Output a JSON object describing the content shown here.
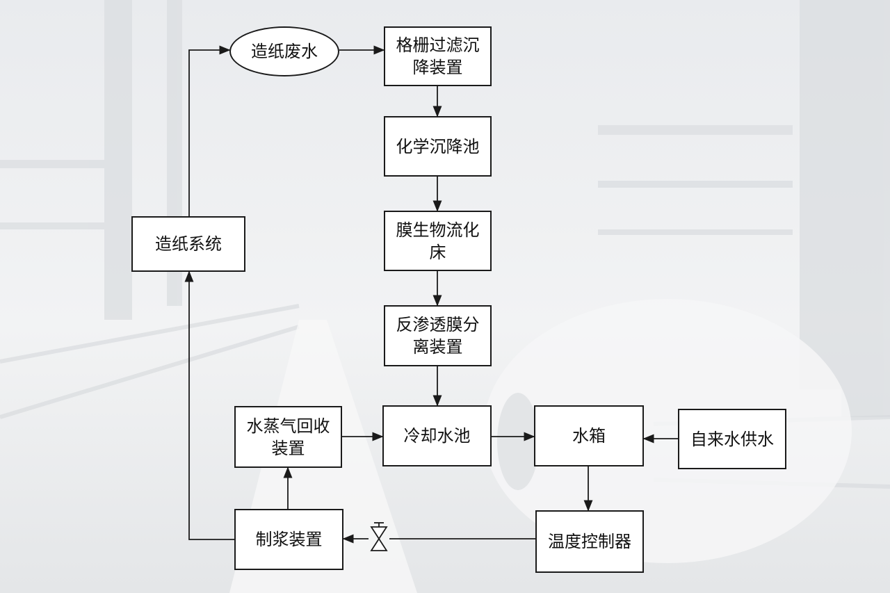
{
  "diagram": {
    "title": "",
    "nodes": {
      "paper_wastewater": {
        "label": "造纸废水",
        "shape": "ellipse"
      },
      "grid_filter": {
        "label": "格栅过滤沉降装置",
        "shape": "rect"
      },
      "chem_settling": {
        "label": "化学沉降池",
        "shape": "rect"
      },
      "membrane_bed": {
        "label": "膜生物流化床",
        "shape": "rect"
      },
      "ro_membrane": {
        "label": "反渗透膜分离装置",
        "shape": "rect"
      },
      "cooling_pool": {
        "label": "冷却水池",
        "shape": "rect"
      },
      "water_tank": {
        "label": "水箱",
        "shape": "rect"
      },
      "tap_water": {
        "label": "自来水供水",
        "shape": "rect"
      },
      "temp_controller": {
        "label": "温度控制器",
        "shape": "rect"
      },
      "pulping": {
        "label": "制浆装置",
        "shape": "rect"
      },
      "steam_recovery": {
        "label": "水蒸气回收装置",
        "shape": "rect"
      },
      "paper_system": {
        "label": "造纸系统",
        "shape": "rect"
      }
    },
    "edges": [
      {
        "from": "paper_system",
        "to": "paper_wastewater"
      },
      {
        "from": "paper_wastewater",
        "to": "grid_filter"
      },
      {
        "from": "grid_filter",
        "to": "chem_settling"
      },
      {
        "from": "chem_settling",
        "to": "membrane_bed"
      },
      {
        "from": "membrane_bed",
        "to": "ro_membrane"
      },
      {
        "from": "ro_membrane",
        "to": "cooling_pool"
      },
      {
        "from": "steam_recovery",
        "to": "cooling_pool"
      },
      {
        "from": "cooling_pool",
        "to": "water_tank"
      },
      {
        "from": "tap_water",
        "to": "water_tank"
      },
      {
        "from": "water_tank",
        "to": "temp_controller"
      },
      {
        "from": "temp_controller",
        "to": "pulping",
        "via": "valve"
      },
      {
        "from": "pulping",
        "to": "steam_recovery"
      },
      {
        "from": "pulping",
        "to": "paper_system"
      }
    ],
    "colors": {
      "line": "#1a1a1a",
      "box_fill": "#ffffff",
      "background": "#eceef0"
    }
  }
}
